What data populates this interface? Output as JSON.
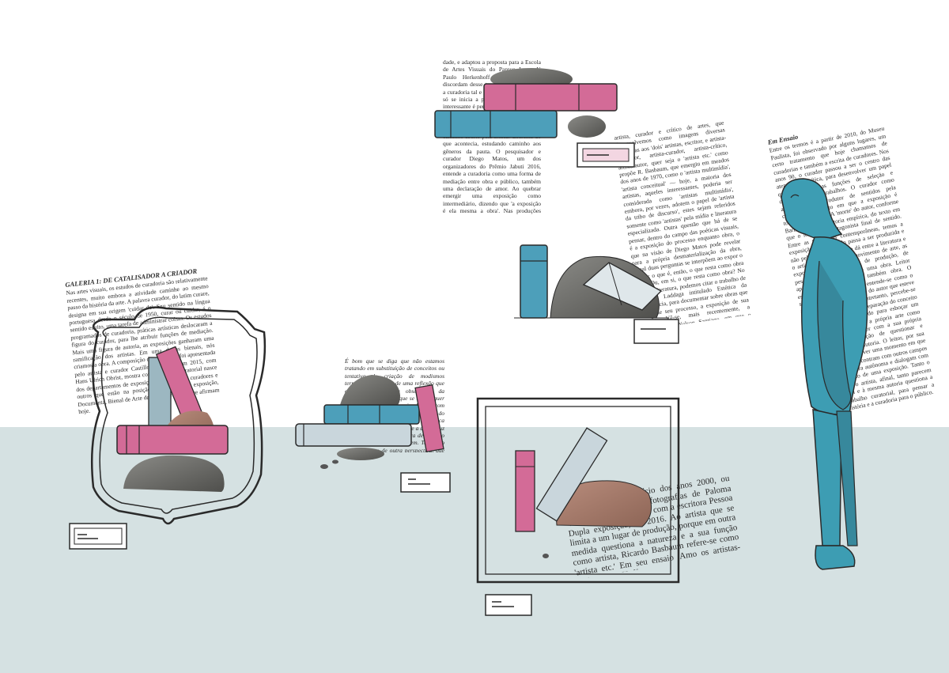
{
  "palette": {
    "wall": "#ffffff",
    "floor": "#d5e1e2",
    "figure_blue": "#3d9db3",
    "book_pink": "#d36b97",
    "book_blue": "#4d9fba",
    "rock_gray": "#6f6f6f",
    "rock_brown": "#a87867",
    "ink": "#2a2a2a"
  },
  "texts": {
    "top_center": "dade, e adaptou a proposta para a Escola de Artes Visuais do Parque Lage. Já Paulo Herkenhoff e Ivo Mesquita discordam desse termo, entendendo que a curadoria tal e qual a conhecemos hoje só se inicia a partir de 1950. O mais interessante é perceber que a constatação deste embaraço se dá a partir das formações em curadoria que têm emergido. Uma ilustra bastante bem o caminho aberto pela crítica: diferente do que acontecia, estudando caminho aos gêneros da pauta. O pesquisador e curador Diego Matos, um dos organizadores do Prêmio Jabuti 2016, entende a curadoria como uma forma de mediação entre obra e público, também uma declaração de amor. Ao quebrar emergir uma exposição como intermediário, dizendo que 'a exposição é ela mesma a obra'. Nas produções contemporâneas, a exposição ocupa um lugar próprio, e a exposição é uma forma de produção de conhecimento. Ser mestre da exposição, exposição, com ser matéria e diferentes campos. E aqui podemos lembrar de muitos exemplos, os clássicos com chaves.",
    "top_right": "artista, curador e crítico de artes, que desenvolvemos como imagens diversas atribuídas aos 'dois' artistas, escritor, e artista-professor, artista-curador, artista-crítico, artista-autor, quer seja o 'artista etc.' como propõe R. Basbaum, que emergiu em meados dos anos de 1970, como o 'artista multimídia', 'artista conceitual' — hoje, a maioria dos artistas, aqueles interessantes, poderia ser considerada como 'artistas multimídia', embora, por vezes, adotem o papel de 'artista da tribo de discurso', estes sejam referidos somente como 'artistas' pela mídia e literatura especializada. Outra questão que há de se pensar, dentro do campo das poéticas visuais, é a exposição do processo enquanto obra, o que na visão de Diego Matos pode revelar para a própria desmaterialização da obra, afinal duas perguntas se interpõem ao expor o artista: o que é, então, o que resta como obra final? Ou, em si, o que resta como obra? No caso da literatura, podemos citar o trabalho de Reinaldo Laddaga intitulado Estética da Emergência, para documentar sobre obras que fazem de seu processo, a exposição de sua criação. Vê-se, mais recentemente, a exposição do Nelson Santiago, em que o artista é o próprio curador. Podemos lembrar o exemplo radical de Leonardo Gandolfi.",
    "left_header": "GALERIA 1: DE CATALISADOR A CRIADOR",
    "left": "Nas artes visuais, os estudos de curadoria são relativamente recentes, muito embora a atividade caminhe ao mesmo passo da história da arte. A palavra curador, do latim curare, designa em sua origem 'cuidar de'. Seu sentido na língua portuguesa desde o século de 1950, curar ou cuidar, é o sentido estrito, uma tarefa de administrar coisas. Os estudos programados de curadoria, práticas artísticas deslocaram a figura do curador, para lhe atribuir funções de mediação. Mais uma figura de autoria, as exposições ganharam uma ramificação dos artistas. Em uma destas bienais, nós criamos a obra. A composição desenvolvida foi apresentada pelo artista e curador Castillo, publicado em 2015, com Hans Ulrich Obrist, mostra como a prática curatorial nasce dos departamentos de exposição, e de artistas, curadores e outros que estão na posição de autores da exposição, Documenta, Bienal de Arte de Veneza e outras que afirmam hoje.",
    "center_mid": "É bom que se diga que não estamos tratando em substituição de conceitos ou tentativa de criação de modismos terminológicos, mas de uma reflexão que ocorre a partir da observação da literatura do presente que se busca, quer traçar limites de autonomia, diálogo com este mesmo movimento de expansão do campo. E, como já afirmava a crítica Lucia Gaspar, a ideia de que a arte, à luz de um tempo natural, a obra de arte e o contemporâneo se confundem. Tudo isso pode ser visto de outra perspectiva, que se relaciona com o processo de exposição individual e o que esse artista que ao mesmo tempo cria a obra.",
    "bottom_center": "Eduardo Jessel no início dos anos 2000, ou mais recentemente as fotografias de Paloma Vidal, em obra conjunta com a escritora Pessoa Dupla exposição, de 2016. Ao artista que se limita a um lugar de produção, porque em outra medida questiona a natureza e a sua função como artista, Ricardo Basbaum refere-se como 'artista etc.' Em seu ensaio 'Amo os artistas-etc.', traça as Hoffmann",
    "right_header": "Em Ensaio",
    "right": "Entre os termos é a partir de 2010, do Museu Paulista, foi observado por alguns lugares, um certo tratamento que hoje chamamos de curadorias e também a escrita de curadores. Nos anos 90, o curador passou a ser o centro das atenções da crítica, para desenvolver um papel que ultrapassa as funções de seleção e organização dos trabalhos. O curador como autor, criador, produtor de sentidos pela construção do texto em que a exposição é tomada como obra. A 'morte' do autor, conforme Barthes, marca a autoria empírica, do texto em que o leitor é o protagonista final de sentido. Entre as tendências contemporâneas, temos a exposição de que modo passa a ser produzida e não pelo equilíbrio que se dá entre a literatura e o artista. Compondo um movimento de arte, as exposições como espaços de produção, de pesquisa, de fruição, como uma obra. Leitor aparece, como prefere, é também obra. O espectador é também obra, entende-se como o sujeito das políticas: a figura do autor que esteve atrelada a essa vertente. Entretanto, percebe-se que não há ou haverá uma separação do conceito que é apresentado, servindo para esboçar um conceito geral de arte e a própria arte como experiência. O espectador com a sua própria participação, na intenção de questionar e entender questões de autoria. O leitor, por sua vez, recebe e procura ver uma momento em que as artes visuais se encontram com outros campos do saber, de maneira autônoma e dialogam com o desenvolvimento de uma exposição. Tanto o curador quanto o artista, afinal, tanto parecem chegar à forma e à mesma autoria questiona a função de trabalho curatorial, para pensar a recepção, a história e a curadoria para o público."
  },
  "plaques": [
    {
      "id": "plaque-left"
    },
    {
      "id": "plaque-center"
    },
    {
      "id": "plaque-bottom"
    },
    {
      "id": "plaque-top"
    },
    {
      "id": "plaque-right"
    }
  ]
}
